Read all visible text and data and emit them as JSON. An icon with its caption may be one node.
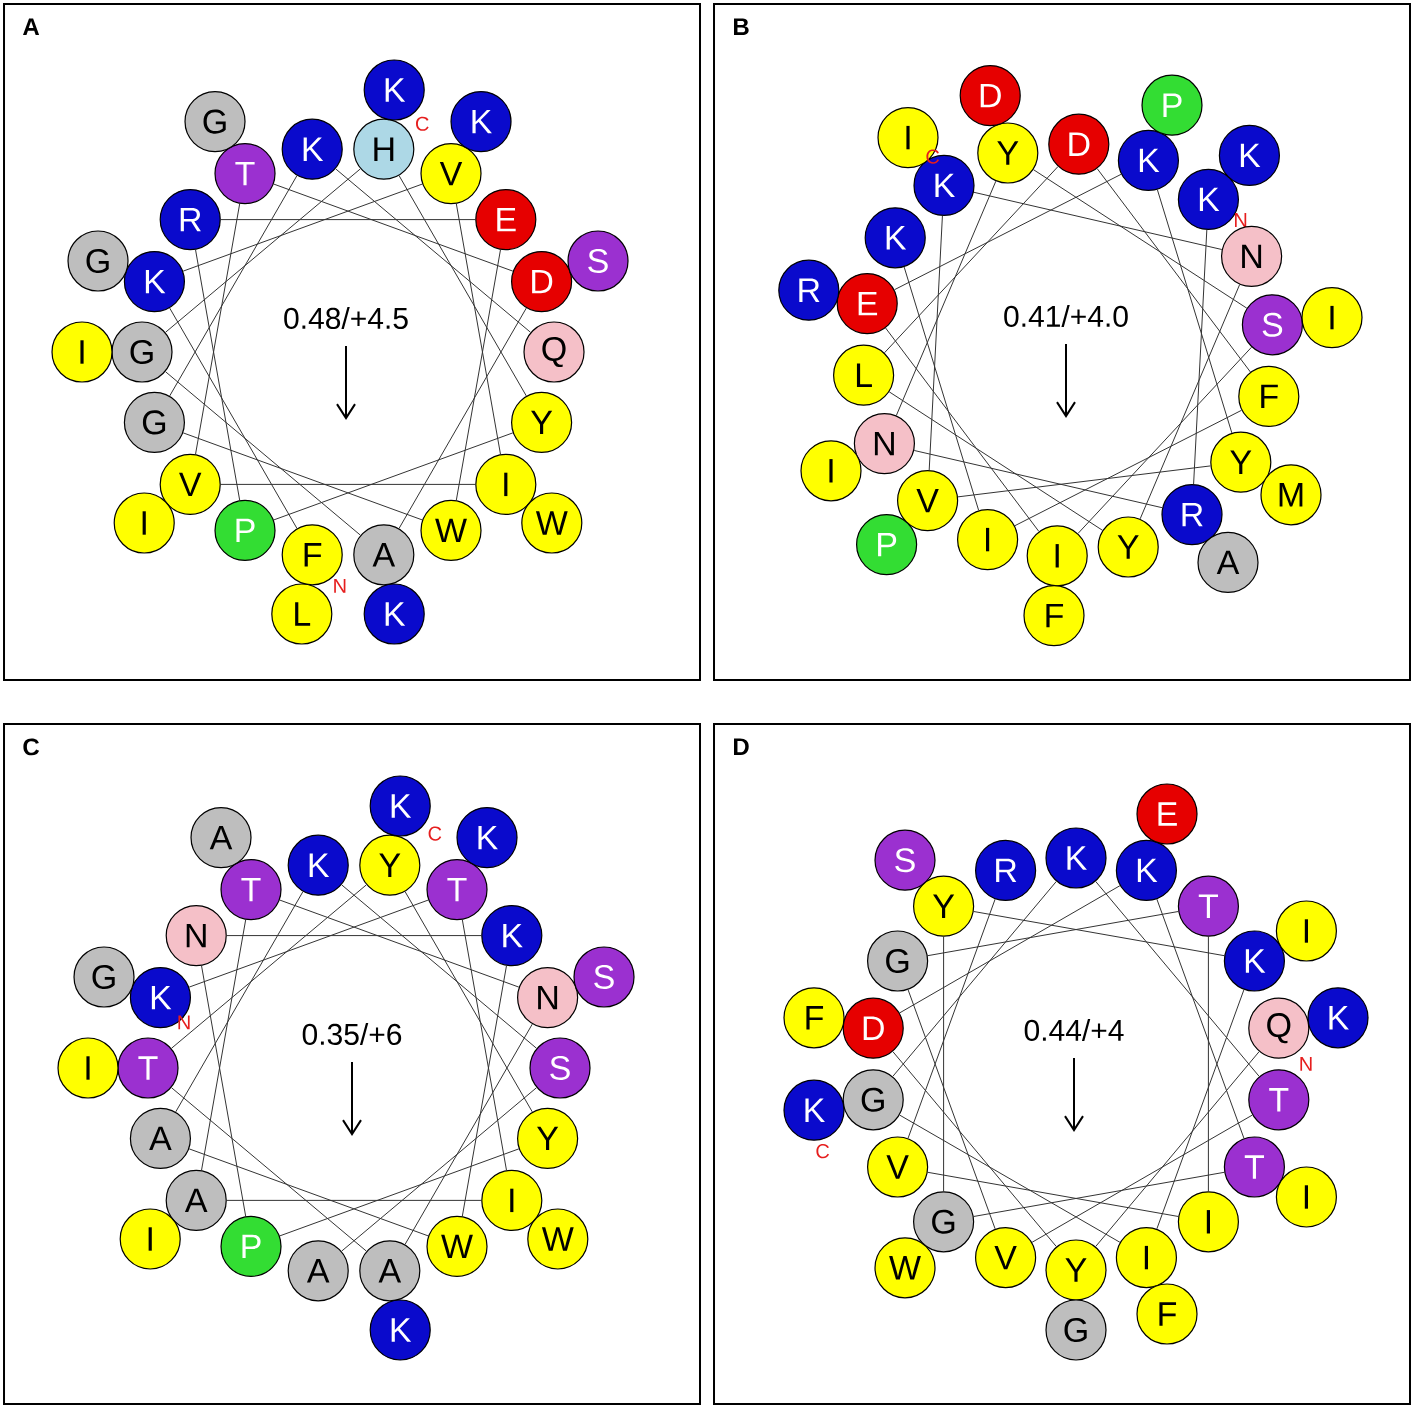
{
  "diagram": {
    "nodes": [
      {
        "text": [
          "A",
          "0.48/+4.5"
        ]
      },
      {
        "text": [
          "F"
        ],
        "in": 0,
        "beside": [
          "N"
        ]
      },
      {
        "text": [
          "K"
        ],
        "in": 0
      },
      {
        "text": [
          "V"
        ],
        "in": 0
      },
      {
        "text": [
          "I"
        ],
        "in": 0
      },
      {
        "text": [
          "V"
        ],
        "in": 0
      },
      {
        "text": [
          "T"
        ],
        "in": 0
      },
      {
        "text": [
          "D"
        ],
        "in": 0
      },
      {
        "text": [
          "A"
        ],
        "in": 0
      },
      {
        "text": [
          "G"
        ],
        "in": 0
      },
      {
        "text": [
          "H"
        ],
        "in": 0
      },
      {
        "text": [
          "Y"
        ],
        "in": 0
      },
      {
        "text": [
          "P"
        ],
        "in": 0
      },
      {
        "text": [
          "R"
        ],
        "in": 0
      },
      {
        "text": [
          "E"
        ],
        "in": 0
      },
      {
        "text": [
          "W"
        ],
        "in": 0
      },
      {
        "text": [
          "G"
        ],
        "in": 0
      },
      {
        "text": [
          "K"
        ],
        "in": 0
      },
      {
        "text": [
          "Q"
        ],
        "in": 0
      },
      {
        "text": [
          "L"
        ],
        "in": 0
      },
      {
        "text": [
          "G"
        ],
        "in": 0
      },
      {
        "text": [
          "K"
        ],
        "in": 0
      },
      {
        "text": [
          "W"
        ],
        "in": 0
      },
      {
        "text": [
          "I"
        ],
        "in": 0
      },
      {
        "text": [
          "G"
        ],
        "in": 0
      },
      {
        "text": [
          "S"
        ],
        "in": 0
      },
      {
        "text": [
          "K"
        ],
        "in": 0
      },
      {
        "text": [
          "I"
        ],
        "in": 0
      },
      {
        "text": [
          "K"
        ],
        "in": 0,
        "beside": [
          "C"
        ]
      },
      {
        "text": [
          "B",
          "0.41/+4.0"
        ]
      },
      {
        "text": [
          "K"
        ],
        "in": 29,
        "beside": [
          "N"
        ]
      },
      {
        "text": [
          "R"
        ],
        "in": 29
      },
      {
        "text": [
          "N"
        ],
        "in": 29
      },
      {
        "text": [
          "Y"
        ],
        "in": 29
      },
      {
        "text": [
          "S"
        ],
        "in": 29
      },
      {
        "text": [
          "I"
        ],
        "in": 29
      },
      {
        "text": [
          "E"
        ],
        "in": 29
      },
      {
        "text": [
          "K"
        ],
        "in": 29
      },
      {
        "text": [
          "Y"
        ],
        "in": 29
      },
      {
        "text": [
          "V"
        ],
        "in": 29
      },
      {
        "text": [
          "K"
        ],
        "in": 29
      },
      {
        "text": [
          "N"
        ],
        "in": 29
      },
      {
        "text": [
          "Y"
        ],
        "in": 29
      },
      {
        "text": [
          "L"
        ],
        "in": 29
      },
      {
        "text": [
          "D"
        ],
        "in": 29
      },
      {
        "text": [
          "F"
        ],
        "in": 29
      },
      {
        "text": [
          "I"
        ],
        "in": 29
      },
      {
        "text": [
          "K"
        ],
        "in": 29
      },
      {
        "text": [
          "K"
        ],
        "in": 29
      },
      {
        "text": [
          "A"
        ],
        "in": 29
      },
      {
        "text": [
          "I"
        ],
        "in": 29
      },
      {
        "text": [
          "D"
        ],
        "in": 29
      },
      {
        "text": [
          "I"
        ],
        "in": 29
      },
      {
        "text": [
          "F"
        ],
        "in": 29
      },
      {
        "text": [
          "R"
        ],
        "in": 29
      },
      {
        "text": [
          "P"
        ],
        "in": 29
      },
      {
        "text": [
          "M"
        ],
        "in": 29
      },
      {
        "text": [
          "P"
        ],
        "in": 29
      },
      {
        "text": [
          "I"
        ],
        "in": 29,
        "beside": [
          "C"
        ]
      },
      {
        "text": [
          "C",
          "0.35/+6"
        ]
      },
      {
        "text": [
          "K"
        ],
        "in": 59,
        "beside": [
          "N"
        ]
      },
      {
        "text": [
          "T"
        ],
        "in": 59
      },
      {
        "text": [
          "I"
        ],
        "in": 59
      },
      {
        "text": [
          "A"
        ],
        "in": 59
      },
      {
        "text": [
          "T"
        ],
        "in": 59
      },
      {
        "text": [
          "N"
        ],
        "in": 59
      },
      {
        "text": [
          "A"
        ],
        "in": 59
      },
      {
        "text": [
          "T"
        ],
        "in": 59
      },
      {
        "text": [
          "Y"
        ],
        "in": 59
      },
      {
        "text": [
          "Y"
        ],
        "in": 59
      },
      {
        "text": [
          "P"
        ],
        "in": 59
      },
      {
        "text": [
          "N"
        ],
        "in": 59
      },
      {
        "text": [
          "K"
        ],
        "in": 59
      },
      {
        "text": [
          "W"
        ],
        "in": 59
      },
      {
        "text": [
          "A"
        ],
        "in": 59
      },
      {
        "text": [
          "K"
        ],
        "in": 59
      },
      {
        "text": [
          "S"
        ],
        "in": 59
      },
      {
        "text": [
          "A"
        ],
        "in": 59
      },
      {
        "text": [
          "G"
        ],
        "in": 59
      },
      {
        "text": [
          "K"
        ],
        "in": 59
      },
      {
        "text": [
          "W"
        ],
        "in": 59
      },
      {
        "text": [
          "I"
        ],
        "in": 59
      },
      {
        "text": [
          "A"
        ],
        "in": 59
      },
      {
        "text": [
          "S"
        ],
        "in": 59
      },
      {
        "text": [
          "K"
        ],
        "in": 59
      },
      {
        "text": [
          "I"
        ],
        "in": 59
      },
      {
        "text": [
          "K"
        ],
        "in": 59,
        "beside": [
          "C"
        ]
      },
      {
        "text": [
          "D",
          "0.44/+4"
        ]
      },
      {
        "text": [
          "Q"
        ],
        "in": 87,
        "beside": [
          "N"
        ]
      },
      {
        "text": [
          "Y"
        ],
        "in": 87
      },
      {
        "text": [
          "D"
        ],
        "in": 87
      },
      {
        "text": [
          "K"
        ],
        "in": 87
      },
      {
        "text": [
          "T"
        ],
        "in": 87
      },
      {
        "text": [
          "G"
        ],
        "in": 87
      },
      {
        "text": [
          "Y"
        ],
        "in": 87
      },
      {
        "text": [
          "K"
        ],
        "in": 87
      },
      {
        "text": [
          "I"
        ],
        "in": 87
      },
      {
        "text": [
          "G"
        ],
        "in": 87
      },
      {
        "text": [
          "K"
        ],
        "in": 87
      },
      {
        "text": [
          "T"
        ],
        "in": 87
      },
      {
        "text": [
          "V"
        ],
        "in": 87
      },
      {
        "text": [
          "G"
        ],
        "in": 87
      },
      {
        "text": [
          "T"
        ],
        "in": 87
      },
      {
        "text": [
          "I"
        ],
        "in": 87
      },
      {
        "text": [
          "V"
        ],
        "in": 87
      },
      {
        "text": [
          "R"
        ],
        "in": 87
      },
      {
        "text": [
          "K"
        ],
        "in": 87
      },
      {
        "text": [
          "G"
        ],
        "in": 87
      },
      {
        "text": [
          "F"
        ],
        "in": 87
      },
      {
        "text": [
          "E"
        ],
        "in": 87
      },
      {
        "text": [
          "I"
        ],
        "in": 87
      },
      {
        "text": [
          "W"
        ],
        "in": 87
      },
      {
        "text": [
          "S"
        ],
        "in": 87
      },
      {
        "text": [
          "I"
        ],
        "in": 87
      },
      {
        "text": [
          "F"
        ],
        "in": 87
      },
      {
        "text": [
          "K"
        ],
        "in": 87,
        "beside": [
          "C"
        ]
      }
    ],
    "edges": [
      {
        "from": 1,
        "to": 2,
        "arrow": "none"
      },
      {
        "from": 2,
        "to": 3,
        "arrow": "none"
      },
      {
        "from": 3,
        "to": 4,
        "arrow": "none"
      },
      {
        "from": 4,
        "to": 5,
        "arrow": "none"
      },
      {
        "from": 5,
        "to": 6,
        "arrow": "none"
      },
      {
        "from": 6,
        "to": 7,
        "arrow": "none"
      },
      {
        "from": 7,
        "to": 8,
        "arrow": "none"
      },
      {
        "from": 8,
        "to": 9,
        "arrow": "none"
      },
      {
        "from": 9,
        "to": 10,
        "arrow": "none"
      },
      {
        "from": 10,
        "to": 11,
        "arrow": "none"
      },
      {
        "from": 11,
        "to": 12,
        "arrow": "none"
      },
      {
        "from": 12,
        "to": 13,
        "arrow": "none"
      },
      {
        "from": 13,
        "to": 14,
        "arrow": "none"
      },
      {
        "from": 14,
        "to": 15,
        "arrow": "none"
      },
      {
        "from": 15,
        "to": 16,
        "arrow": "none"
      },
      {
        "from": 16,
        "to": 17,
        "arrow": "none"
      },
      {
        "from": 17,
        "to": 18,
        "arrow": "none"
      },
      {
        "from": 30,
        "to": 31,
        "arrow": "none"
      },
      {
        "from": 31,
        "to": 32,
        "arrow": "none"
      },
      {
        "from": 32,
        "to": 33,
        "arrow": "none"
      },
      {
        "from": 33,
        "to": 34,
        "arrow": "none"
      },
      {
        "from": 34,
        "to": 35,
        "arrow": "none"
      },
      {
        "from": 35,
        "to": 36,
        "arrow": "none"
      },
      {
        "from": 36,
        "to": 37,
        "arrow": "none"
      },
      {
        "from": 37,
        "to": 38,
        "arrow": "none"
      },
      {
        "from": 38,
        "to": 39,
        "arrow": "none"
      },
      {
        "from": 39,
        "to": 40,
        "arrow": "none"
      },
      {
        "from": 40,
        "to": 41,
        "arrow": "none"
      },
      {
        "from": 41,
        "to": 42,
        "arrow": "none"
      },
      {
        "from": 42,
        "to": 43,
        "arrow": "none"
      },
      {
        "from": 43,
        "to": 44,
        "arrow": "none"
      },
      {
        "from": 44,
        "to": 45,
        "arrow": "none"
      },
      {
        "from": 45,
        "to": 46,
        "arrow": "none"
      },
      {
        "from": 46,
        "to": 47,
        "arrow": "none"
      },
      {
        "from": 60,
        "to": 61,
        "arrow": "none"
      },
      {
        "from": 61,
        "to": 62,
        "arrow": "none"
      },
      {
        "from": 62,
        "to": 63,
        "arrow": "none"
      },
      {
        "from": 63,
        "to": 64,
        "arrow": "none"
      },
      {
        "from": 64,
        "to": 65,
        "arrow": "none"
      },
      {
        "from": 65,
        "to": 66,
        "arrow": "none"
      },
      {
        "from": 66,
        "to": 67,
        "arrow": "none"
      },
      {
        "from": 67,
        "to": 68,
        "arrow": "none"
      },
      {
        "from": 68,
        "to": 69,
        "arrow": "none"
      },
      {
        "from": 69,
        "to": 70,
        "arrow": "none"
      },
      {
        "from": 70,
        "to": 71,
        "arrow": "none"
      },
      {
        "from": 71,
        "to": 72,
        "arrow": "none"
      },
      {
        "from": 72,
        "to": 73,
        "arrow": "none"
      },
      {
        "from": 73,
        "to": 74,
        "arrow": "none"
      },
      {
        "from": 74,
        "to": 75,
        "arrow": "none"
      },
      {
        "from": 75,
        "to": 76,
        "arrow": "none"
      },
      {
        "from": 76,
        "to": 77,
        "arrow": "none"
      },
      {
        "from": 88,
        "to": 89,
        "arrow": "none"
      },
      {
        "from": 89,
        "to": 90,
        "arrow": "none"
      },
      {
        "from": 90,
        "to": 91,
        "arrow": "none"
      },
      {
        "from": 91,
        "to": 92,
        "arrow": "none"
      },
      {
        "from": 92,
        "to": 93,
        "arrow": "none"
      },
      {
        "from": 93,
        "to": 94,
        "arrow": "none"
      },
      {
        "from": 94,
        "to": 95,
        "arrow": "none"
      },
      {
        "from": 95,
        "to": 96,
        "arrow": "none"
      },
      {
        "from": 96,
        "to": 97,
        "arrow": "none"
      },
      {
        "from": 97,
        "to": 98,
        "arrow": "none"
      },
      {
        "from": 98,
        "to": 99,
        "arrow": "none"
      },
      {
        "from": 99,
        "to": 100,
        "arrow": "none"
      },
      {
        "from": 100,
        "to": 101,
        "arrow": "none"
      },
      {
        "from": 101,
        "to": 102,
        "arrow": "none"
      },
      {
        "from": 102,
        "to": 103,
        "arrow": "none"
      },
      {
        "from": 103,
        "to": 104,
        "arrow": "none"
      },
      {
        "from": 104,
        "to": 105,
        "arrow": "none"
      }
    ]
  }
}
